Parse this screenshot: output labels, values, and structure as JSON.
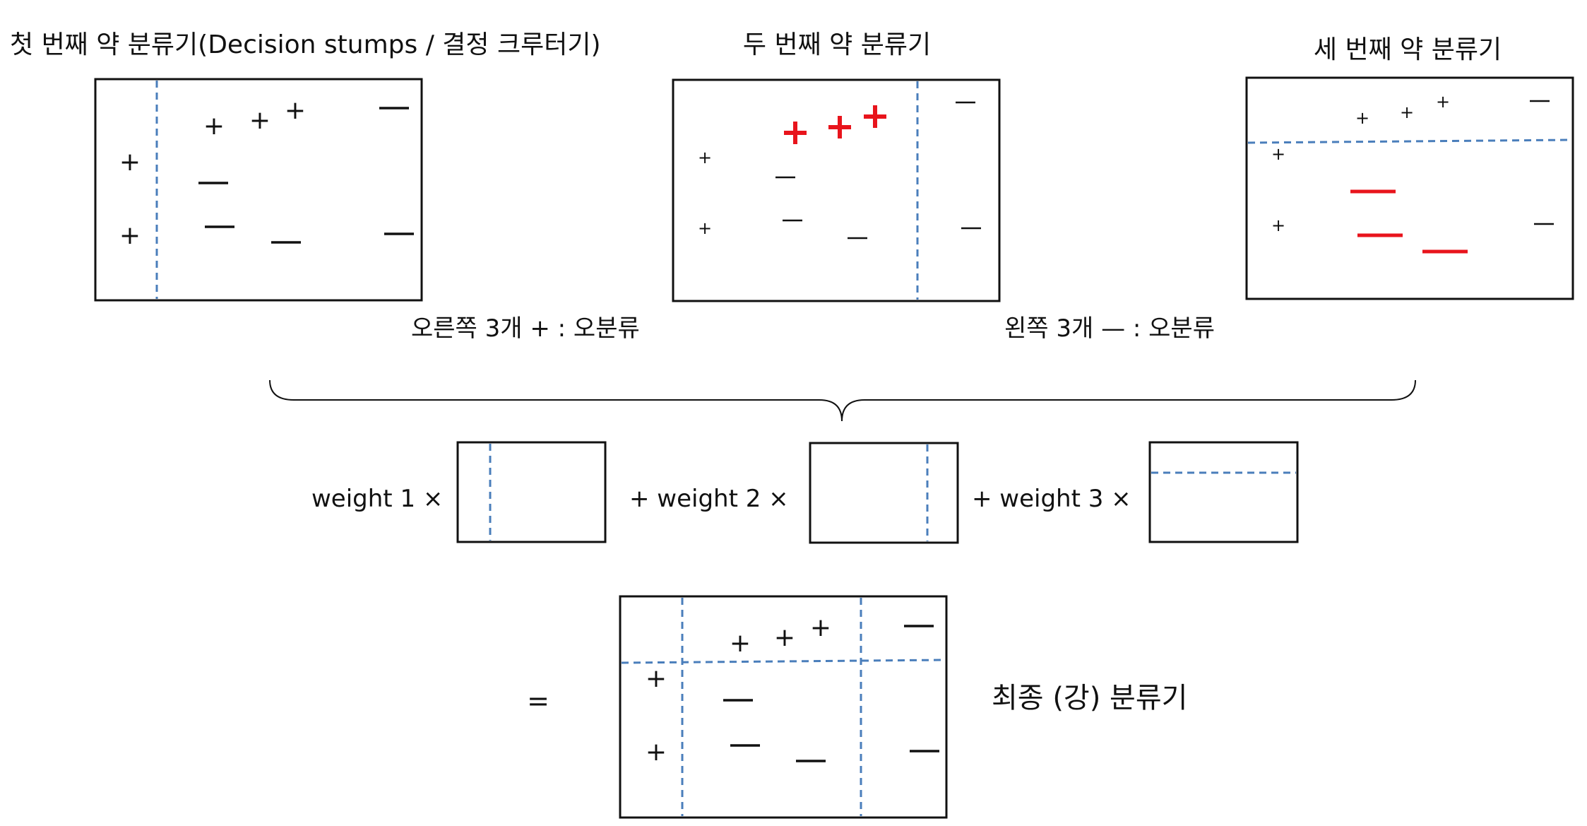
{
  "colors": {
    "ink": "#111111",
    "divider": "#4a7ebb",
    "misclassified": "#e8141c"
  },
  "classifiers": [
    {
      "title": "첫 번째 약 분류기(Decision stumps / 결정 크루터기)"
    },
    {
      "title": "두 번째 약 분류기"
    },
    {
      "title": "세 번째 약 분류기"
    }
  ],
  "annotations": {
    "note_second": "오른쪽 3개 + : 오분류",
    "note_third": "왼쪽 3개 — : 오분류"
  },
  "combination": {
    "term1": "weight 1 ×",
    "term2": "+ weight 2 ×",
    "term3": "+ weight 3 ×",
    "equals": "=",
    "final_label": "최종 (강) 분류기"
  },
  "symbols": {
    "plus": "+",
    "minus": "—"
  }
}
